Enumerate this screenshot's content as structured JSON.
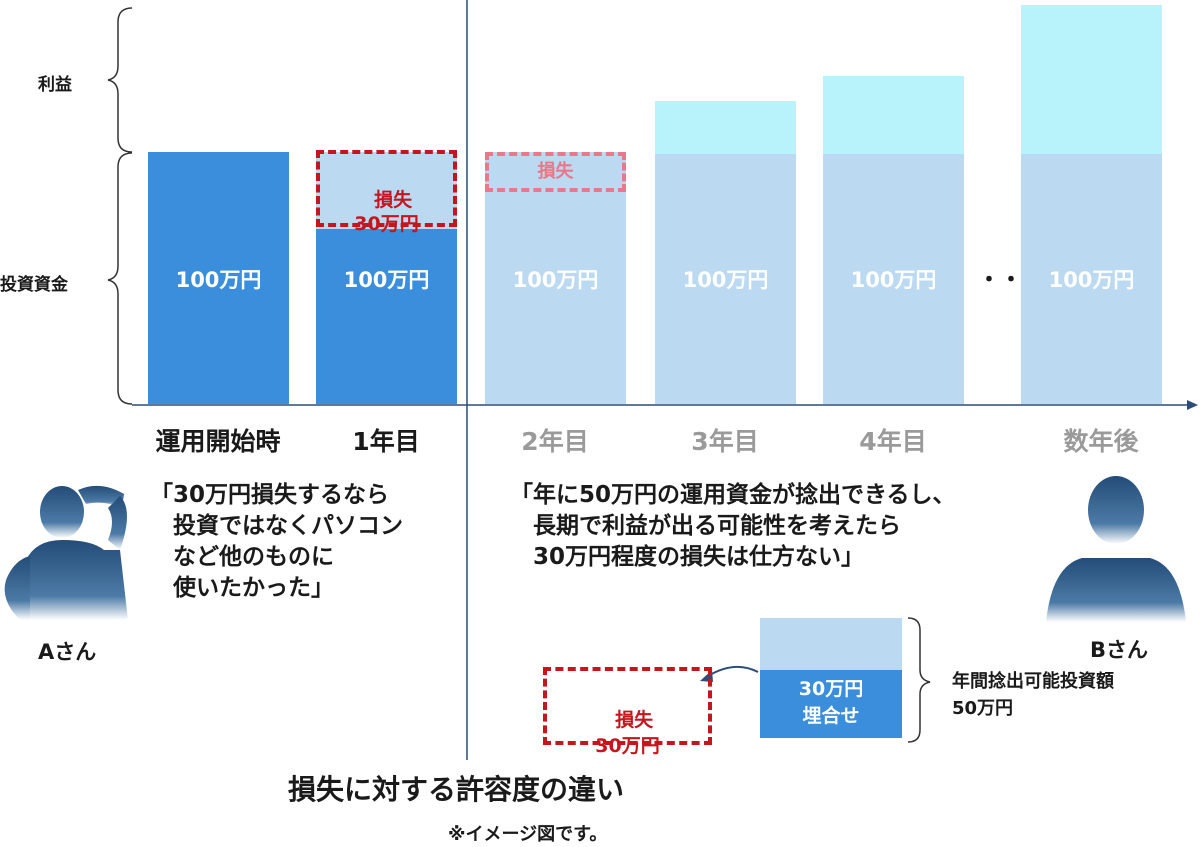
{
  "axis": {
    "profit": "利益",
    "capital": "投資資金"
  },
  "bars": [
    {
      "category": "運用開始時",
      "capital": "100万円"
    },
    {
      "category": "1年目",
      "capital": "100万円",
      "loss": "損失\n30万円"
    },
    {
      "category": "2年目",
      "capital": "100万円",
      "loss": "損失"
    },
    {
      "category": "3年目",
      "capital": "100万円"
    },
    {
      "category": "4年目",
      "capital": "100万円"
    },
    {
      "category": "数年後",
      "capital": "100万円"
    }
  ],
  "ellipsis": "・・",
  "person_a": {
    "quote": "「30万円損失するなら\n　投資ではなくパソコン\n　など他のものに\n　使いたかった」",
    "label": "Aさん"
  },
  "person_b": {
    "quote": "「年に50万円の運用資金が捻出できるし、\n　長期で利益が出る可能性を考えたら\n　30万円程度の損失は仕方ない」",
    "label": "Bさん"
  },
  "bottom": {
    "loss_box": "損失\n30万円",
    "fill_label": "30万円\n埋合せ",
    "annual_label": "年間捻出可能投資額\n50万円"
  },
  "title": "損失に対する許容度の違い",
  "note": "※イメージ図です。",
  "colors": {
    "bar_dark": "#3a8edb",
    "bar_light": "#bcd9f2",
    "profit": "#b8f2fb",
    "loss": "#c4161c",
    "person": "#244c78"
  }
}
